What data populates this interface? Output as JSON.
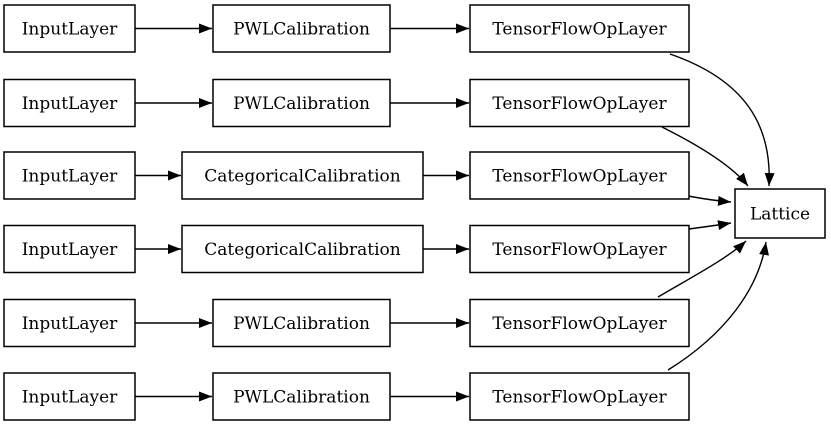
{
  "diagram": {
    "kind": "keras-model-graph",
    "colors": {
      "background": "#ffffff",
      "node_fill": "#ffffff",
      "node_border": "#000000",
      "edge": "#000000",
      "text": "#000000"
    },
    "rows": [
      {
        "input": "InputLayer",
        "calibration": "PWLCalibration",
        "op": "TensorFlowOpLayer"
      },
      {
        "input": "InputLayer",
        "calibration": "PWLCalibration",
        "op": "TensorFlowOpLayer"
      },
      {
        "input": "InputLayer",
        "calibration": "CategoricalCalibration",
        "op": "TensorFlowOpLayer"
      },
      {
        "input": "InputLayer",
        "calibration": "CategoricalCalibration",
        "op": "TensorFlowOpLayer"
      },
      {
        "input": "InputLayer",
        "calibration": "PWLCalibration",
        "op": "TensorFlowOpLayer"
      },
      {
        "input": "InputLayer",
        "calibration": "PWLCalibration",
        "op": "TensorFlowOpLayer"
      }
    ],
    "output": {
      "label": "Lattice"
    },
    "connections": [
      "InputLayer-1 -> PWLCalibration-1 -> TensorFlowOpLayer-1 -> Lattice",
      "InputLayer-2 -> PWLCalibration-2 -> TensorFlowOpLayer-2 -> Lattice",
      "InputLayer-3 -> CategoricalCalibration-3 -> TensorFlowOpLayer-3 -> Lattice",
      "InputLayer-4 -> CategoricalCalibration-4 -> TensorFlowOpLayer-4 -> Lattice",
      "InputLayer-5 -> PWLCalibration-5 -> TensorFlowOpLayer-5 -> Lattice",
      "InputLayer-6 -> PWLCalibration-6 -> TensorFlowOpLayer-6 -> Lattice"
    ]
  }
}
